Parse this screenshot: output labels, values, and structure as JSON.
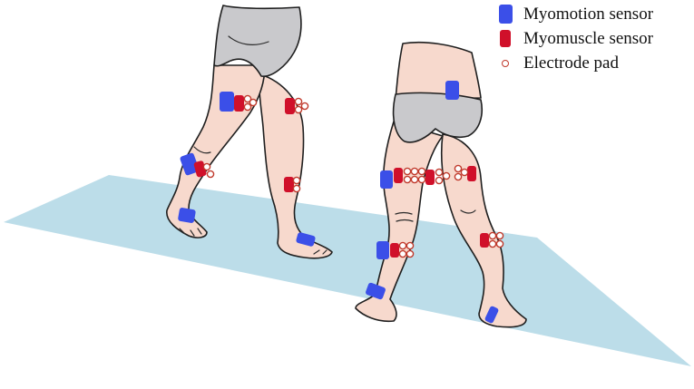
{
  "colors": {
    "motion": "#3b4fe8",
    "muscle": "#d0102a",
    "pad": "#c0392b",
    "skin": "#f7d9cd",
    "briefs": "#c9c9cc",
    "floor": "#bcdde9"
  },
  "legend": {
    "motion_label": "Myomotion sensor",
    "muscle_label": "Myomuscle sensor",
    "pad_label": "Electrode pad"
  }
}
